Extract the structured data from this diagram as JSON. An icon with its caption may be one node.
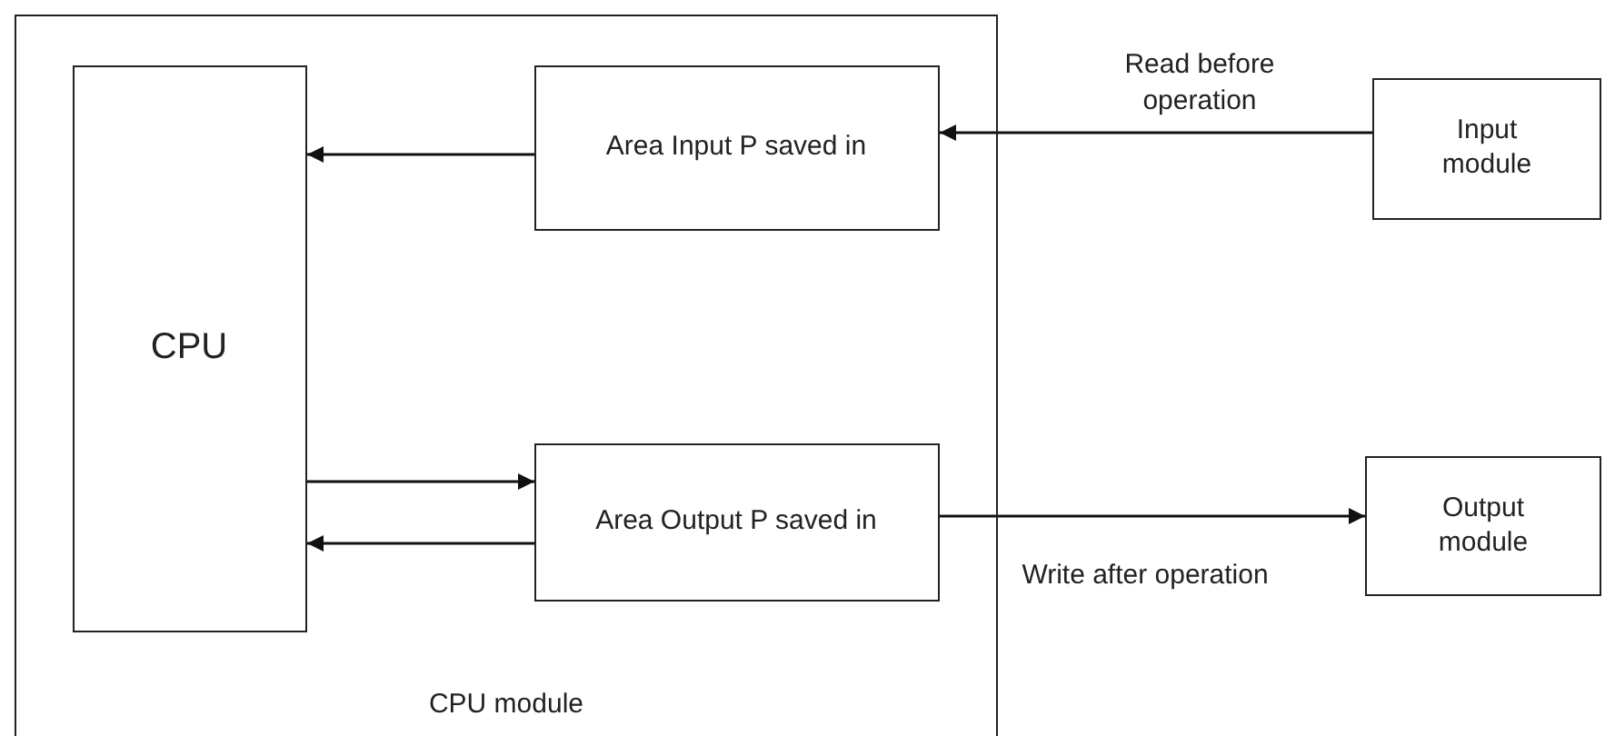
{
  "diagram": {
    "nodes": [
      {
        "text": [
          "CPU module"
        ]
      },
      {
        "text": [
          "CPU"
        ],
        "in": 0
      },
      {
        "text": [
          "Area Input P saved in"
        ],
        "in": 0
      },
      {
        "text": [
          "Area Output P saved in"
        ],
        "in": 0
      },
      {
        "text": [
          "Input module"
        ]
      },
      {
        "text": [
          "Output module"
        ]
      }
    ],
    "edges": [
      {
        "from": 2,
        "to": 1,
        "arrow": "to"
      },
      {
        "from": 4,
        "to": 2,
        "arrow": "to",
        "label": "Read before operation"
      },
      {
        "from": 1,
        "to": 3,
        "arrow": "to"
      },
      {
        "from": 3,
        "to": 1,
        "arrow": "to"
      },
      {
        "from": 3,
        "to": 5,
        "arrow": "to",
        "label": "Write after operation"
      }
    ]
  }
}
